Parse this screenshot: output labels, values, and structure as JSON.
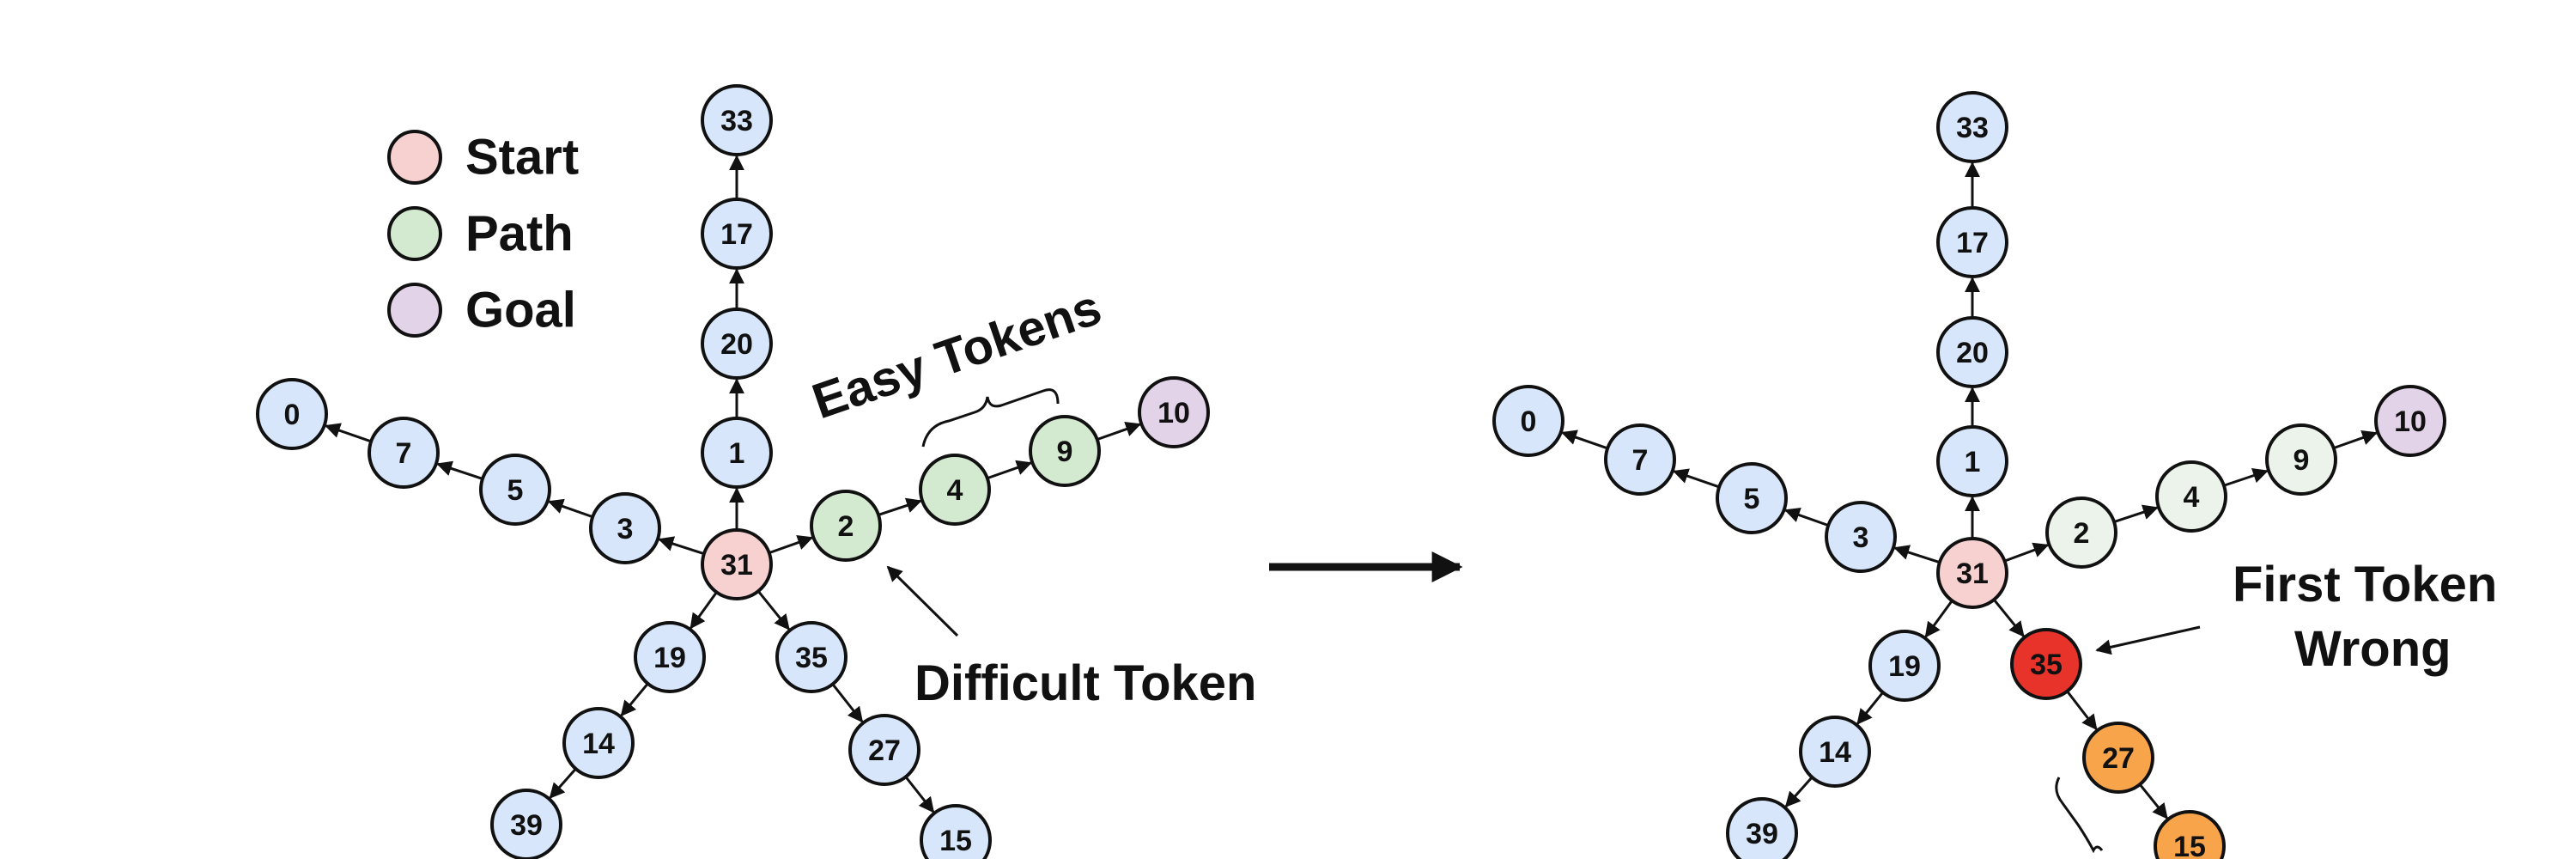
{
  "colors": {
    "start": "#f7d0d0",
    "path": "#d4ead0",
    "goal": "#e3d3e8",
    "default": "#d7e6fb",
    "faded": "#ecf3ea",
    "wrong": "#e8332b",
    "error_path": "#f7a44a",
    "stroke": "#111111",
    "faded_stroke": "#9aa69a"
  },
  "legend": [
    {
      "label": "Start",
      "color_key": "start"
    },
    {
      "label": "Path",
      "color_key": "path"
    },
    {
      "label": "Goal",
      "color_key": "goal"
    }
  ],
  "annotations": {
    "easy_tokens": "Easy Tokens",
    "difficult_token": "Difficult Token",
    "first_token_line1": "First Token",
    "first_token_line2": "Wrong"
  },
  "graphs": [
    {
      "id": "before",
      "nodes": [
        {
          "label": "31",
          "state": "start"
        },
        {
          "label": "1",
          "state": "default"
        },
        {
          "label": "20",
          "state": "default"
        },
        {
          "label": "17",
          "state": "default"
        },
        {
          "label": "33",
          "state": "default"
        },
        {
          "label": "3",
          "state": "default"
        },
        {
          "label": "5",
          "state": "default"
        },
        {
          "label": "7",
          "state": "default"
        },
        {
          "label": "0",
          "state": "default"
        },
        {
          "label": "2",
          "state": "path"
        },
        {
          "label": "4",
          "state": "path"
        },
        {
          "label": "9",
          "state": "path"
        },
        {
          "label": "10",
          "state": "goal"
        },
        {
          "label": "19",
          "state": "default"
        },
        {
          "label": "14",
          "state": "default"
        },
        {
          "label": "39",
          "state": "default"
        },
        {
          "label": "35",
          "state": "default"
        },
        {
          "label": "27",
          "state": "default"
        },
        {
          "label": "15",
          "state": "default"
        }
      ],
      "edges": [
        [
          "31",
          "1"
        ],
        [
          "1",
          "20"
        ],
        [
          "20",
          "17"
        ],
        [
          "17",
          "33"
        ],
        [
          "31",
          "3"
        ],
        [
          "3",
          "5"
        ],
        [
          "5",
          "7"
        ],
        [
          "7",
          "0"
        ],
        [
          "31",
          "2"
        ],
        [
          "2",
          "4"
        ],
        [
          "4",
          "9"
        ],
        [
          "9",
          "10"
        ],
        [
          "31",
          "19"
        ],
        [
          "19",
          "14"
        ],
        [
          "14",
          "39"
        ],
        [
          "31",
          "35"
        ],
        [
          "35",
          "27"
        ],
        [
          "27",
          "15"
        ]
      ]
    },
    {
      "id": "after",
      "nodes": [
        {
          "label": "31",
          "state": "start"
        },
        {
          "label": "1",
          "state": "default"
        },
        {
          "label": "20",
          "state": "default"
        },
        {
          "label": "17",
          "state": "default"
        },
        {
          "label": "33",
          "state": "default"
        },
        {
          "label": "3",
          "state": "default"
        },
        {
          "label": "5",
          "state": "default"
        },
        {
          "label": "7",
          "state": "default"
        },
        {
          "label": "0",
          "state": "default"
        },
        {
          "label": "2",
          "state": "faded"
        },
        {
          "label": "4",
          "state": "faded"
        },
        {
          "label": "9",
          "state": "faded"
        },
        {
          "label": "10",
          "state": "goal"
        },
        {
          "label": "19",
          "state": "default"
        },
        {
          "label": "14",
          "state": "default"
        },
        {
          "label": "39",
          "state": "default"
        },
        {
          "label": "35",
          "state": "wrong"
        },
        {
          "label": "27",
          "state": "error_path"
        },
        {
          "label": "15",
          "state": "error_path"
        }
      ],
      "edges": [
        [
          "31",
          "1"
        ],
        [
          "1",
          "20"
        ],
        [
          "20",
          "17"
        ],
        [
          "17",
          "33"
        ],
        [
          "31",
          "3"
        ],
        [
          "3",
          "5"
        ],
        [
          "5",
          "7"
        ],
        [
          "7",
          "0"
        ],
        [
          "31",
          "2"
        ],
        [
          "2",
          "4"
        ],
        [
          "4",
          "9"
        ],
        [
          "9",
          "10"
        ],
        [
          "31",
          "19"
        ],
        [
          "19",
          "14"
        ],
        [
          "14",
          "39"
        ],
        [
          "31",
          "35"
        ],
        [
          "35",
          "27"
        ],
        [
          "27",
          "15"
        ]
      ]
    }
  ]
}
